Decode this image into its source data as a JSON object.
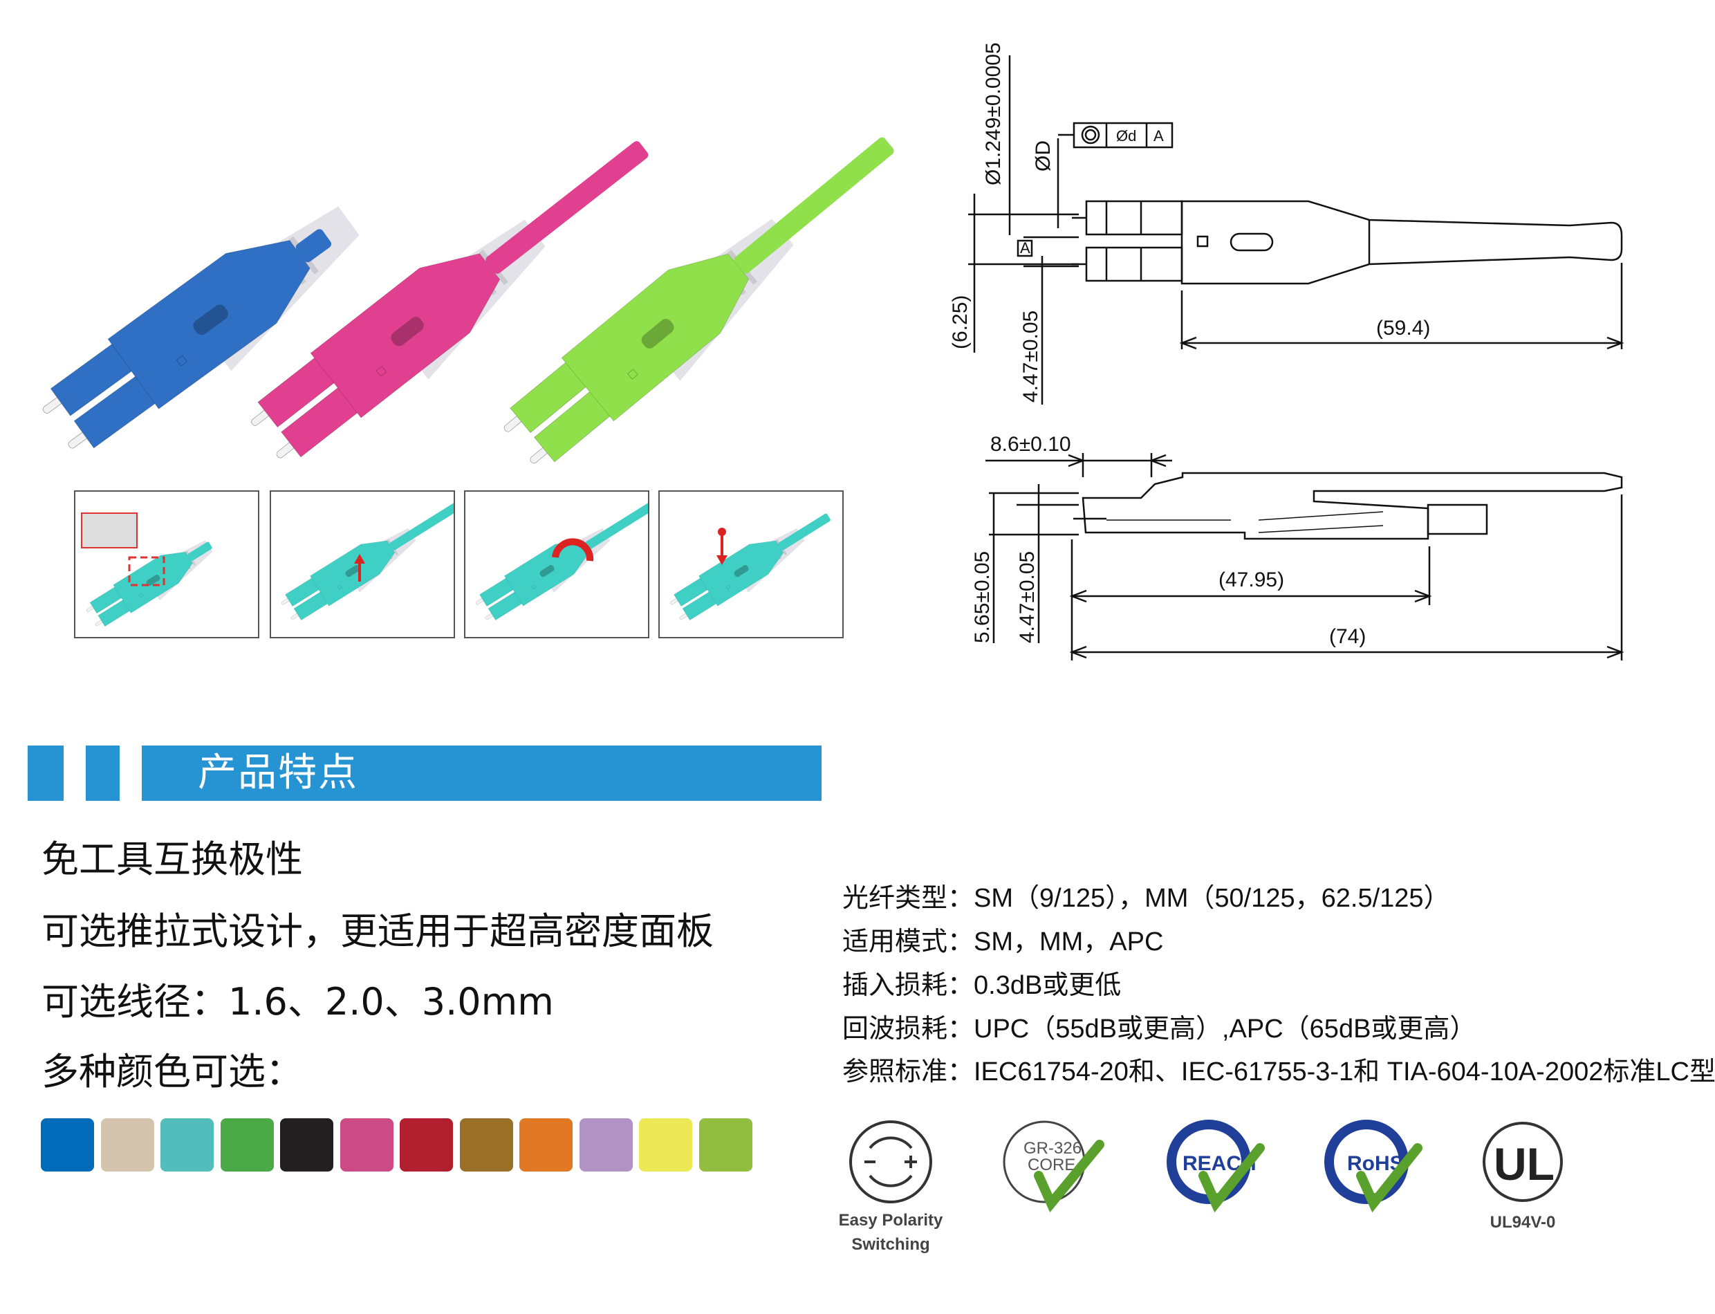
{
  "drawing": {
    "ferrule_dia": "Ø1.249±0.0005",
    "phi_d_label": "ØD",
    "fcf_dia": "Ød",
    "fcf_datum": "A",
    "datum_label": "A",
    "pitch": "(6.25)",
    "height_top": "4.47±0.05",
    "length_top": "(59.4)",
    "offset_side": "8.6±0.10",
    "height_side_a": "5.65±0.05",
    "height_side_b": "4.47±0.05",
    "length_side_mid": "(47.95)",
    "length_side_total": "(74)"
  },
  "product_colors": {
    "blue": "#2f6fc4",
    "pink": "#e0408f",
    "green": "#8fe04a",
    "teal": "#3fcfc4"
  },
  "features": {
    "title": "产品特点",
    "items": [
      "免工具互换极性",
      "可选推拉式设计，更适用于超高密度面板",
      "可选线径：1.6、2.0、3.0mm",
      "多种颜色可选："
    ],
    "swatches": [
      "#006bb8",
      "#d4c3ad",
      "#52bdbb",
      "#4ba947",
      "#231f20",
      "#cc4b86",
      "#b21f2f",
      "#9a6f27",
      "#e07824",
      "#b192c4",
      "#ede856",
      "#92bd40"
    ]
  },
  "specs": [
    "光纤类型：SM（9/125），MM（50/125，62.5/125）",
    "适用模式：SM，MM，APC",
    "插入损耗：0.3dB或更低",
    "回波损耗：UPC（55dB或更高）,APC（65dB或更高）",
    "参照标准：IEC61754-20和、IEC-61755-3-1和 TIA-604-10A-2002标准LC型"
  ],
  "certs": {
    "polarity_line1": "Easy Polarity",
    "polarity_line2": "Switching",
    "gr_line1": "GR-326",
    "gr_line2": "CORE",
    "reach": "REACH",
    "rohs": "RoHS",
    "ul_mark": "UL",
    "ul_label": "UL94V-0"
  }
}
